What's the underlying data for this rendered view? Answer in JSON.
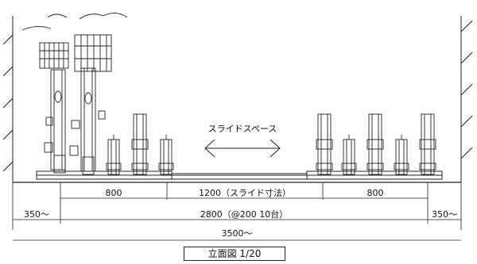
{
  "annotations": {
    "slide_space": "スライドスペース"
  },
  "dimensions": {
    "left_span": "800",
    "center_span": "1200（スライド寸法）",
    "right_span": "800",
    "left_margin": "350～",
    "rack_total": "2800（@200 10台）",
    "right_margin": "350～",
    "overall": "3500～"
  },
  "title": "立面図 1/20"
}
